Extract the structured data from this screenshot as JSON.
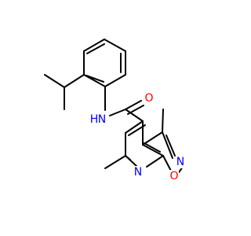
{
  "diagram": {
    "type": "chemical-structure",
    "atoms": [
      {
        "id": "o_carbonyl",
        "symbol": "O",
        "color": "#ff0000"
      },
      {
        "id": "n_amide",
        "symbol": "N",
        "sub": "H",
        "color": "#0000ff"
      },
      {
        "id": "n_isoxazole",
        "symbol": "N",
        "color": "#0000ff"
      },
      {
        "id": "o_isoxazole",
        "symbol": "O",
        "color": "#ff0000"
      },
      {
        "id": "n_pyridine",
        "symbol": "N",
        "color": "#0000ff"
      }
    ]
  }
}
